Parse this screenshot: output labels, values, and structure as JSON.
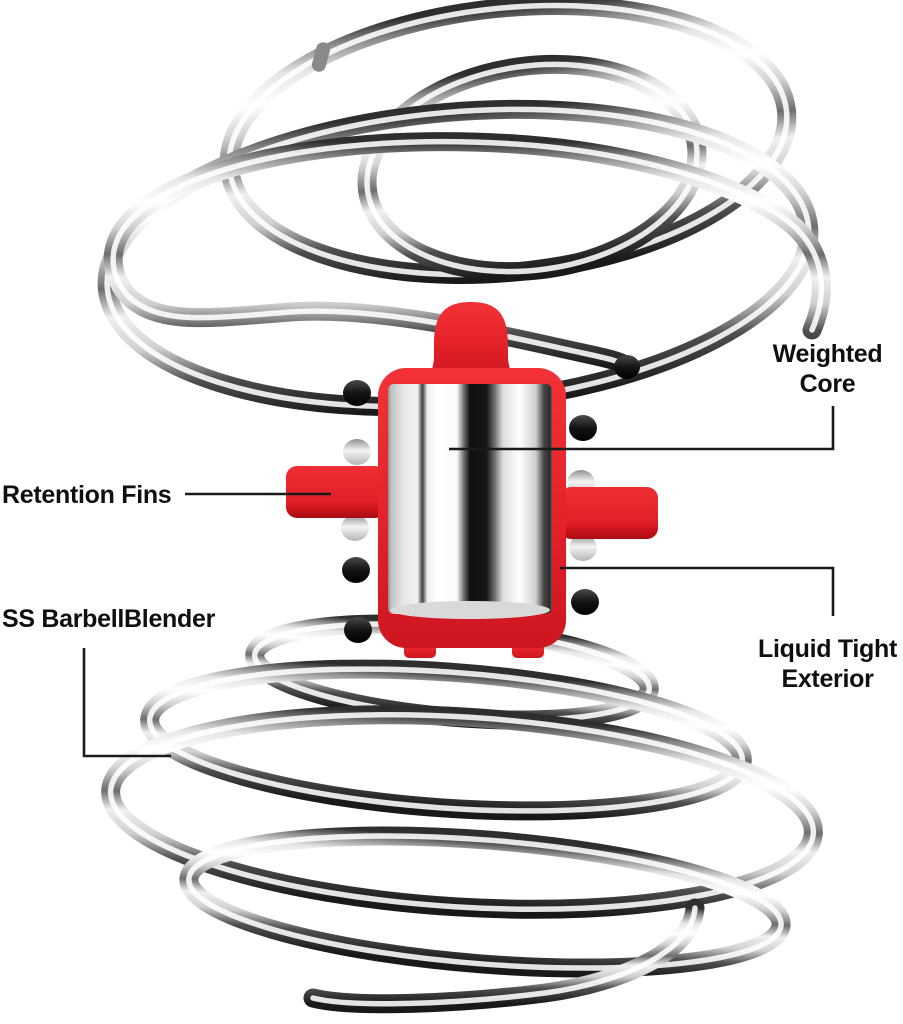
{
  "figure": {
    "background": "#ffffff"
  },
  "colors": {
    "core_red": "#e6232a",
    "core_red_dark": "#cd1620",
    "wire_chrome_light": "#ffffff",
    "wire_chrome_dark": "#2e2e2e",
    "peg_dark": "#1c1c1c",
    "peg_silver": "#d9d9d9",
    "connector_line": "#1a1a1a",
    "label_text": "#0f0f0f"
  },
  "labels": {
    "weighted_core": "Weighted Core",
    "retention_fins": "Retention Fins",
    "brand": "SS BarbellBlender",
    "liquid_tight_exterior": "Liquid Tight Exterior"
  }
}
